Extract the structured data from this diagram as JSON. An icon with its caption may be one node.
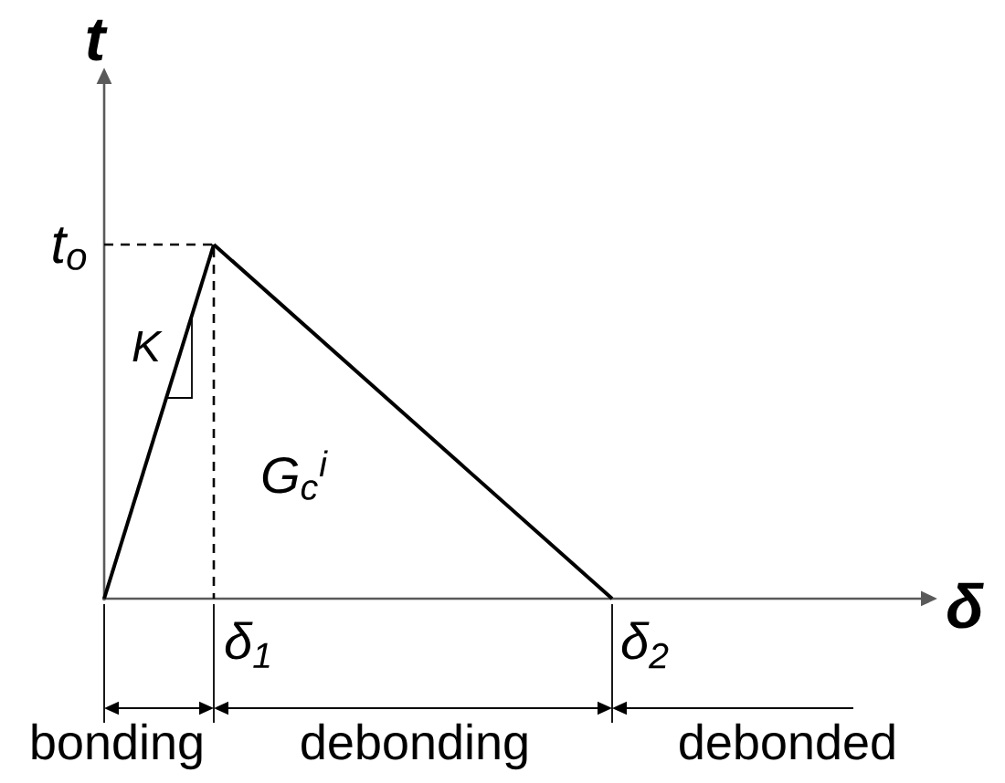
{
  "diagram": {
    "labels": [
      "t",
      "t$_{o}$",
      "K",
      "G$_{c}$$^{i}$",
      "δ",
      "δ$_{1}$",
      "δ$_{2}$",
      "bonding",
      "debonding",
      "debonded"
    ]
  }
}
